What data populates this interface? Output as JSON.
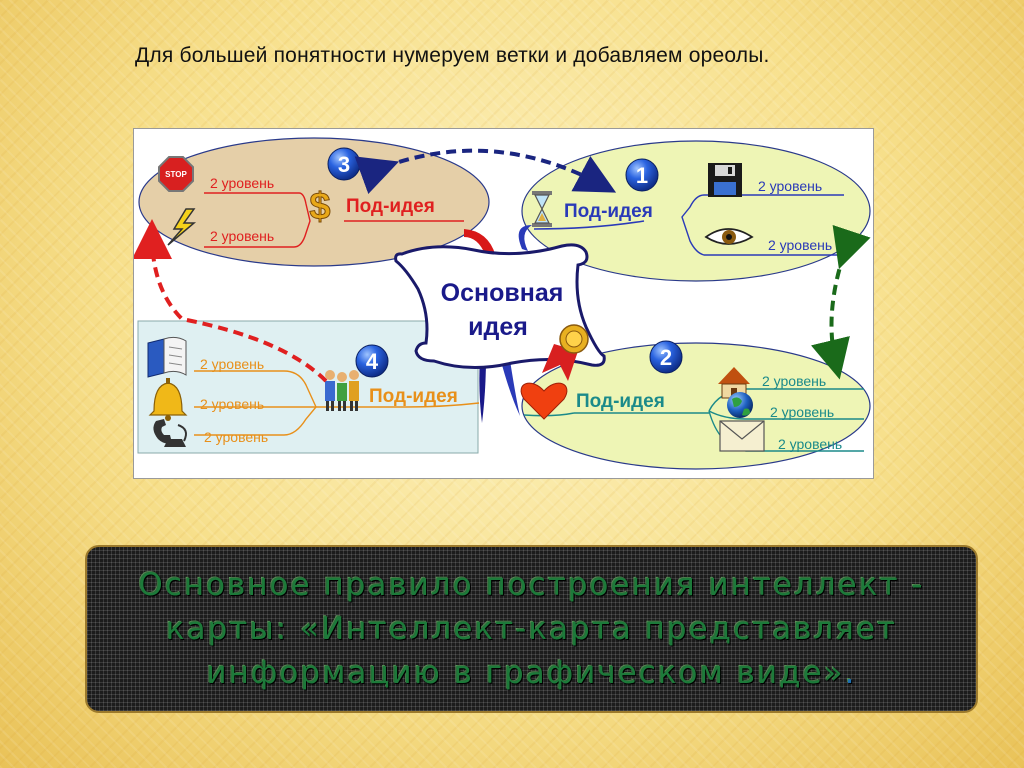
{
  "caption": "Для большей понятности нумеруем ветки и добавляем ореолы.",
  "diagram": {
    "center": {
      "line1": "Основная",
      "line2": "идея"
    },
    "branches": [
      {
        "number": "1",
        "label": "Под-идея",
        "subs": [
          "2 уровень",
          "2 уровень"
        ],
        "icons": [
          "hourglass-icon",
          "floppy-disk-icon",
          "eye-icon"
        ],
        "color": "#2f40b8",
        "halo": "#eef5b5"
      },
      {
        "number": "2",
        "label": "Под-идея",
        "subs": [
          "2 уровень",
          "2 уровень",
          "2 уровень"
        ],
        "icons": [
          "heart-icon",
          "house-icon",
          "globe-icon",
          "envelope-icon"
        ],
        "color": "#1b8a8a",
        "halo": "#eef5b5"
      },
      {
        "number": "3",
        "label": "Под-идея",
        "subs": [
          "2 уровень",
          "2 уровень"
        ],
        "icons": [
          "stop-sign-icon",
          "lightning-icon",
          "dollar-icon"
        ],
        "color": "#e02020",
        "halo": "#e5cfa8"
      },
      {
        "number": "4",
        "label": "Под-идея",
        "subs": [
          "2 уровень",
          "2 уровень",
          "2 уровень"
        ],
        "icons": [
          "book-icon",
          "bell-icon",
          "telephone-icon",
          "people-icon"
        ],
        "color": "#e8901a",
        "halo": "#dff0f2"
      }
    ],
    "stop_label": "STOP",
    "colors": {
      "badge": "#1e4fd0",
      "arrow_blue": "#1a2580",
      "arrow_red": "#e02020",
      "arrow_green": "#1a6a1a"
    }
  },
  "rule": {
    "text": "Основное правило построения интеллект - карты: «Интеллект-карта представляет информацию в графическом виде»",
    "end": "."
  }
}
